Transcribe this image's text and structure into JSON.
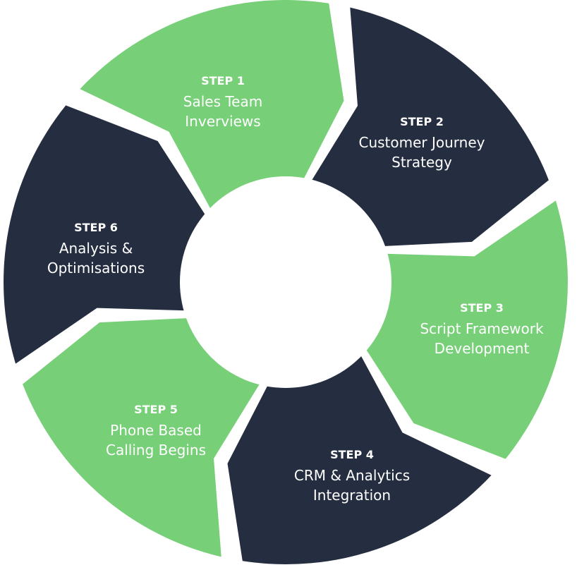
{
  "colors": {
    "green": "#77CF78",
    "navy": "#252D41",
    "center": "#ffffff",
    "text": "#ffffff"
  },
  "steps": [
    {
      "step": "STEP 1",
      "line1": "Sales Team",
      "line2": "Inverviews",
      "fill": "green"
    },
    {
      "step": "STEP 2",
      "line1": "Customer Journey",
      "line2": "Strategy",
      "fill": "navy"
    },
    {
      "step": "STEP 3",
      "line1": "Script Framework",
      "line2": "Development",
      "fill": "green"
    },
    {
      "step": "STEP 4",
      "line1": "CRM & Analytics",
      "line2": "Integration",
      "fill": "navy"
    },
    {
      "step": "STEP 5",
      "line1": "Phone Based",
      "line2": "Calling Begins",
      "fill": "green"
    },
    {
      "step": "STEP 6",
      "line1": "Analysis &",
      "line2": "Optimisations",
      "fill": "navy"
    }
  ]
}
